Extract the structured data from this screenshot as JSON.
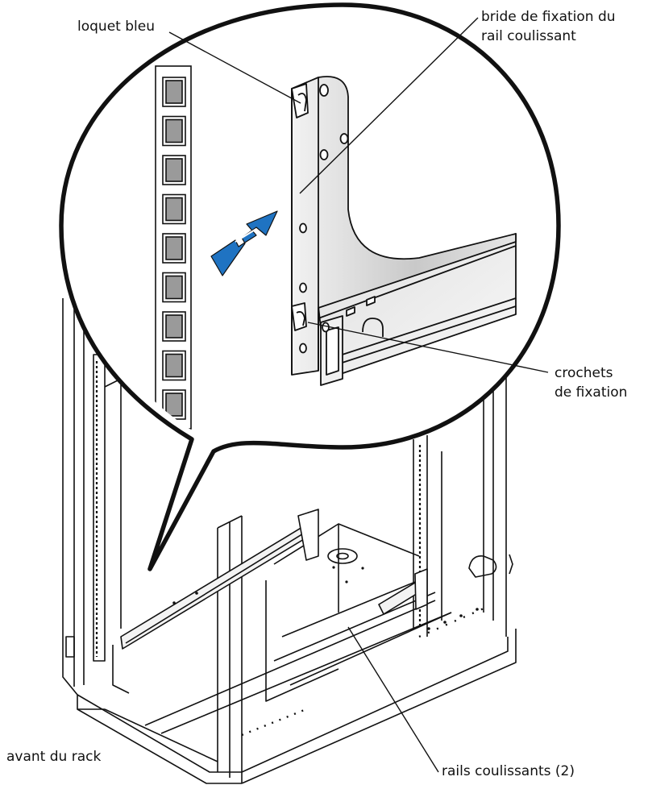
{
  "labels": {
    "blue_latch": "loquet bleu",
    "flange_line1": "bride de fixation du",
    "flange_line2": "rail coulissant",
    "hooks_line1": "crochets",
    "hooks_line2": "de fixation",
    "rack_front": "avant du rack",
    "slide_rails": "rails coulissants (2)"
  },
  "colors": {
    "arrow": "#1f73c2",
    "outline": "#111111",
    "flange_fill": "#d8d8d8",
    "square_holes": "#9a9a9a"
  },
  "icons": {
    "arrow": "direction-arrow-icon"
  }
}
